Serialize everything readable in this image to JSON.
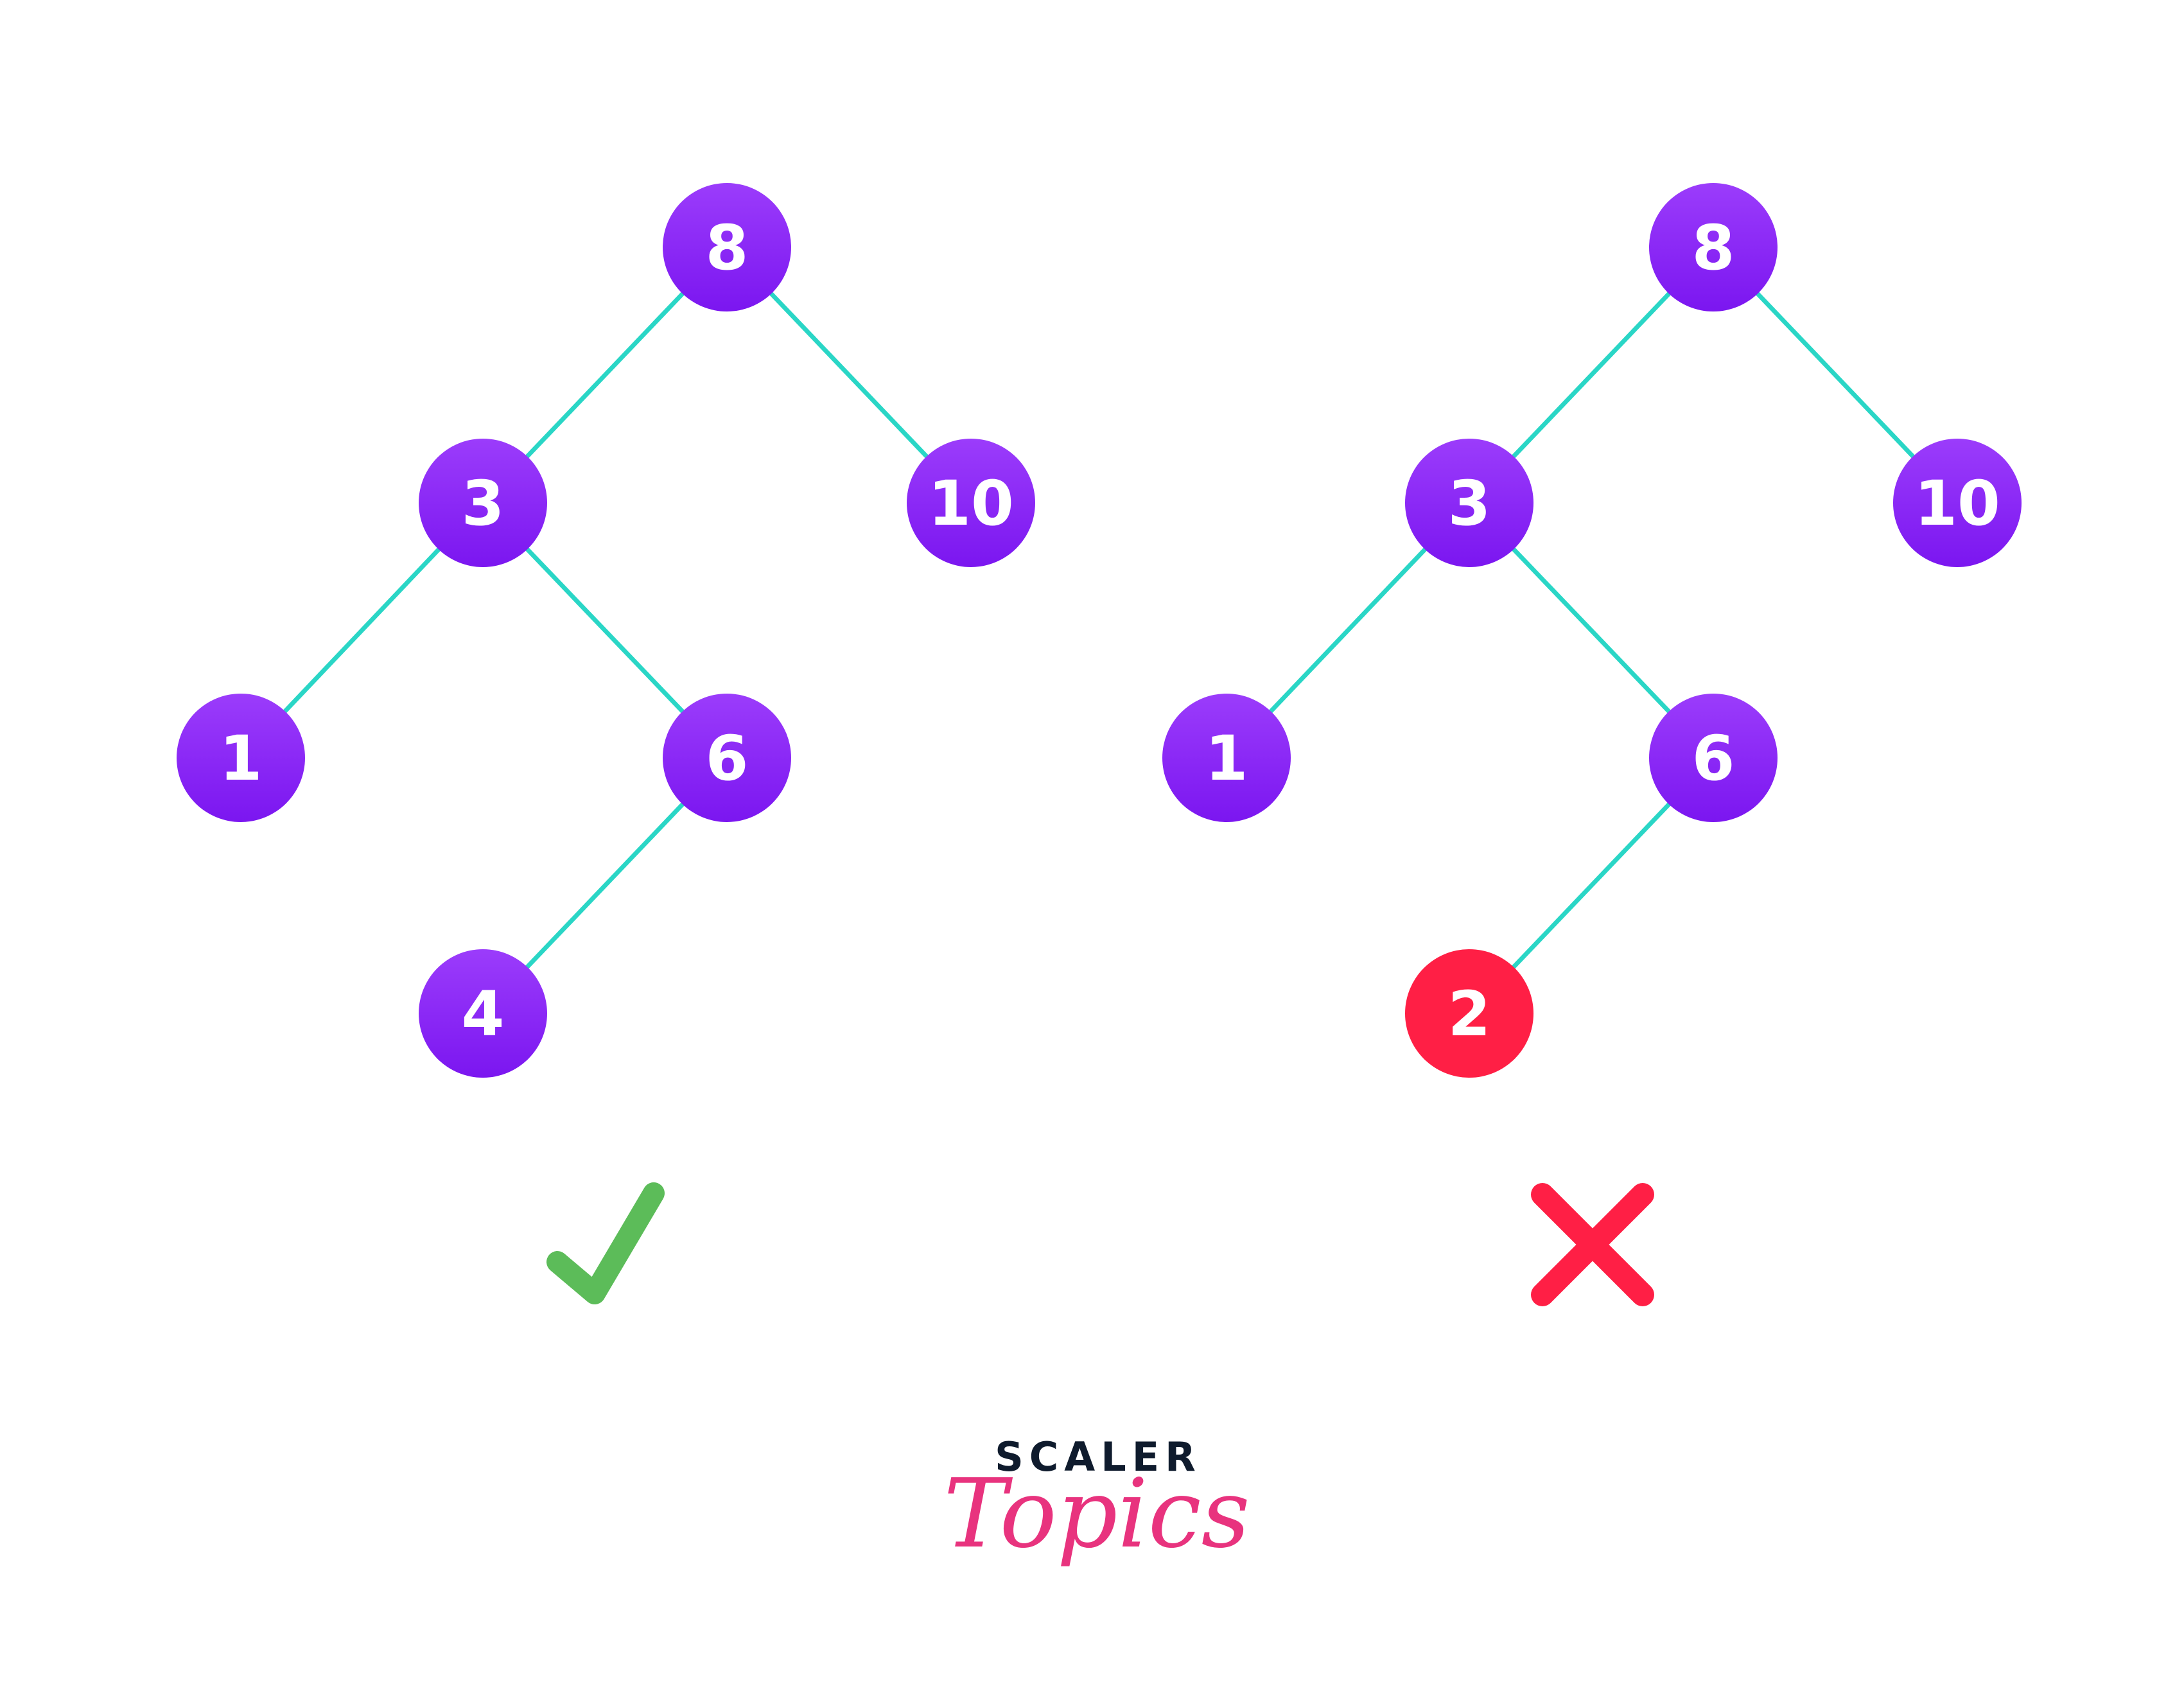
{
  "colors": {
    "node": "#7b16f0",
    "node_light": "#9b3cfb",
    "node_highlight": "#ff1f45",
    "edge": "#2ad6c6",
    "check": "#5cbc59",
    "cross": "#ff1f45",
    "brand_dark": "#0f1b2d",
    "brand_pink": "#e8337e"
  },
  "trees": [
    {
      "name": "tree-valid",
      "status_icon": "check-icon",
      "nodes": [
        {
          "id": "n8",
          "label": "8"
        },
        {
          "id": "n3",
          "label": "3"
        },
        {
          "id": "n10",
          "label": "10"
        },
        {
          "id": "n1",
          "label": "1"
        },
        {
          "id": "n6",
          "label": "6"
        },
        {
          "id": "n4",
          "label": "4"
        }
      ],
      "edges": [
        [
          "n8",
          "n3"
        ],
        [
          "n8",
          "n10"
        ],
        [
          "n3",
          "n1"
        ],
        [
          "n3",
          "n6"
        ],
        [
          "n6",
          "n4"
        ]
      ]
    },
    {
      "name": "tree-invalid",
      "status_icon": "cross-icon",
      "nodes": [
        {
          "id": "n8",
          "label": "8"
        },
        {
          "id": "n3",
          "label": "3"
        },
        {
          "id": "n10",
          "label": "10"
        },
        {
          "id": "n1",
          "label": "1"
        },
        {
          "id": "n6",
          "label": "6"
        },
        {
          "id": "n2",
          "label": "2",
          "highlight": true
        }
      ],
      "edges": [
        [
          "n8",
          "n3"
        ],
        [
          "n8",
          "n10"
        ],
        [
          "n3",
          "n1"
        ],
        [
          "n3",
          "n6"
        ],
        [
          "n6",
          "n2"
        ]
      ]
    }
  ],
  "brand": {
    "top": "SCALER",
    "bottom": "Topics"
  }
}
